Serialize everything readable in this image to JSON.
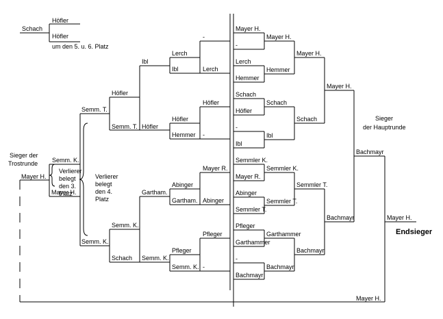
{
  "top_left": {
    "schach": "Schach",
    "hoefler_1": "Höfler",
    "hoefler_2": "Höfler",
    "place_note": "um den 5. u. 6. Platz"
  },
  "left_side": {
    "sieger_label_1": "Sieger der",
    "sieger_label_2": "Trostrunde",
    "mayer": "Mayer H.",
    "semmler_k": "Semm. K.",
    "mayer_2": "Mayer H.",
    "loser3_1": "Verlierer",
    "loser3_2": "belegt",
    "loser3_3": "den 3.",
    "loser3_4": "Platz",
    "loser4_1": "Verlierer",
    "loser4_2": "belegt",
    "loser4_3": "den 4.",
    "loser4_4": "Platz"
  },
  "consolation": {
    "c1_top": "Semm. T.",
    "c1_bot": "Semm. K.",
    "c2_a": "Höfler",
    "c2_b": "Semm. T.",
    "c2_c": "Semm. K.",
    "c2_d": "Schach",
    "c3_a": "Ibl",
    "c3_b": "Höfler",
    "c3_c": "Gartham.",
    "c3_d": "Semm. K.",
    "c4_a": "Lerch",
    "c4_b": "Ibl",
    "c4_c": "Höfler",
    "c4_d": "Hemmer",
    "c4_e": "Abinger",
    "c4_f": "Gartham.",
    "c4_g": "Pfleger",
    "c4_h": "Semm. K.",
    "c5_a": "-",
    "c5_b": "Lerch",
    "c5_c": "Höfler",
    "c5_d": "-",
    "c5_e": "Mayer R.",
    "c5_f": "Abinger",
    "c5_g": "Pfleger",
    "c5_h": "-"
  },
  "main": {
    "r1": [
      "Mayer H.",
      "-",
      "Lerch",
      "Hemmer",
      "Schach",
      "Höfler",
      "-",
      "Ibl",
      "Semmler K.",
      "Mayer R.",
      "Abinger",
      "Semmler T.",
      "Pfleger",
      "Garthammer",
      "-",
      "Bachmayr"
    ],
    "r2": [
      "Mayer H.",
      "Hemmer",
      "Schach",
      "Ibl",
      "Semmler K.",
      "Semmler T.",
      "Garthammer",
      "Bachmayr"
    ],
    "r3": [
      "Mayer H.",
      "Schach",
      "Semmler T.",
      "Bachmayr"
    ],
    "r4": [
      "Mayer H.",
      "Bachmayr"
    ],
    "r5": "Bachmayr",
    "final_top": "Mayer H.",
    "final_bottom": "Mayer H.",
    "sieger_1": "Sieger",
    "sieger_2": "der Hauptrunde",
    "endsieger": "Endsieger"
  }
}
